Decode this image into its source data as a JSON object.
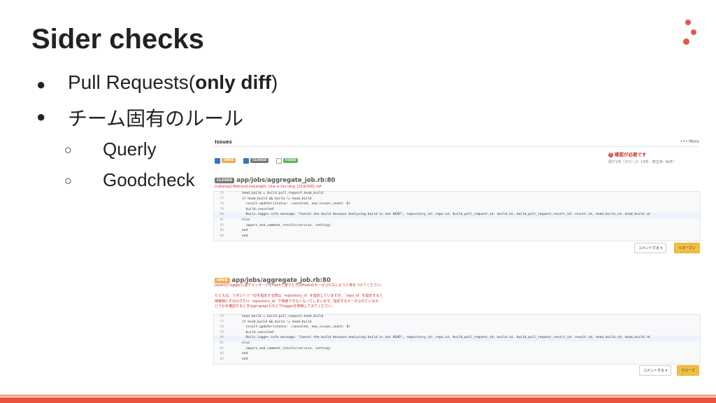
{
  "slide": {
    "title": "Sider checks",
    "bullets": [
      {
        "prefix": "Pull Requests(",
        "bold": "only diff",
        "suffix": ")"
      },
      {
        "text": "チーム固有のルール"
      }
    ],
    "sub_bullets": [
      "Querly",
      "Goodcheck"
    ]
  },
  "screenshot": {
    "issues_title": "Issues",
    "more_link": "••• More",
    "filters": [
      "OPEN",
      "CLOSED",
      "FIXED"
    ],
    "status": {
      "alert": "確認が必要です",
      "sub": "残り1件（クローズ: 13件、修正済: 36件）"
    },
    "issue1": {
      "label": "CLOSED",
      "path": "app/jobs/aggregate_job.rb:80",
      "message": "[rubocop] Metrics/LineLength: Line is too long. [219/200] :ref",
      "comment_button": "コメントする ▾",
      "action_button": "リオープン"
    },
    "issue2": {
      "label": "OPEN",
      "path": "app/jobs/aggregate_job.rb:80",
      "message_lines": [
        "[querly] loggerに渡すメッセージをHashで渡すときはHashのキーがぶれないように気をつけてください。",
        "",
        "たとえば、リポジトリーIDを指定する際は `repository_id` を指定していますが、`repo_id` を指定すると",
        "検索時にそのログだけ `repository_id` で検索できなくなってしまいます。指定するキーがぶれているか",
        "どうかを確認するときはgit-grep(1)などでloggerを検索してみてください。"
      ],
      "comment_button": "コメントする ▾",
      "action_button": "クローズ"
    },
    "code_lines": [
      {
        "n": "76",
        "t": "head_build = build.pull_request.head_build"
      },
      {
        "n": "77",
        "t": "if head_build && build != head_build"
      },
      {
        "n": "78",
        "t": "  result.update!(status: :canceled, new_issues_count: 0)"
      },
      {
        "n": "79",
        "t": "  build.canceled!"
      },
      {
        "n": "80",
        "t": "  Rails.logger.info message: \"Cancel the build because analyzing build is not HEAD\", repository_id: repo.id, build_pull_request_id: build.id, build_pull_request_result_id: result.id, head_build_id: head_build.id"
      },
      {
        "n": "81",
        "t": "else"
      },
      {
        "n": "82",
        "t": "  import_and_comment_results(service, setting)"
      },
      {
        "n": "83",
        "t": "end"
      },
      {
        "n": "84",
        "t": "end"
      }
    ]
  },
  "colors": {
    "accent": "#e8543c",
    "logo": "#e05a47",
    "open": "#f0ad4e",
    "closed": "#777777",
    "fixed": "#5cb85c",
    "alert": "#c9302c"
  }
}
